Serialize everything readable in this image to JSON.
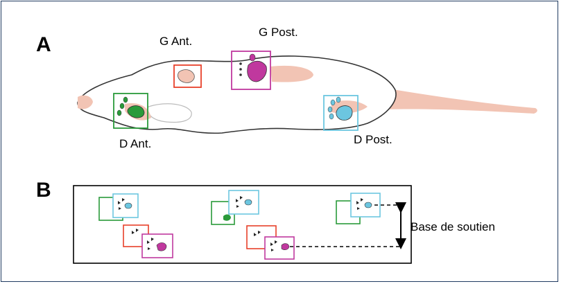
{
  "panel_a": {
    "letter": "A",
    "labels": {
      "left_front": "G Ant.",
      "left_hind": "G Post.",
      "right_front": "D Ant.",
      "right_hind": "D Post."
    }
  },
  "panel_b": {
    "letter": "B",
    "base_label": "Base de soutien"
  },
  "colors": {
    "frame": "#1f3a60",
    "left_front": "#e8402a",
    "left_hind": "#c0389e",
    "right_front": "#2a9a3a",
    "right_hind": "#6cc6e0",
    "skin": "#f2c4b4"
  }
}
